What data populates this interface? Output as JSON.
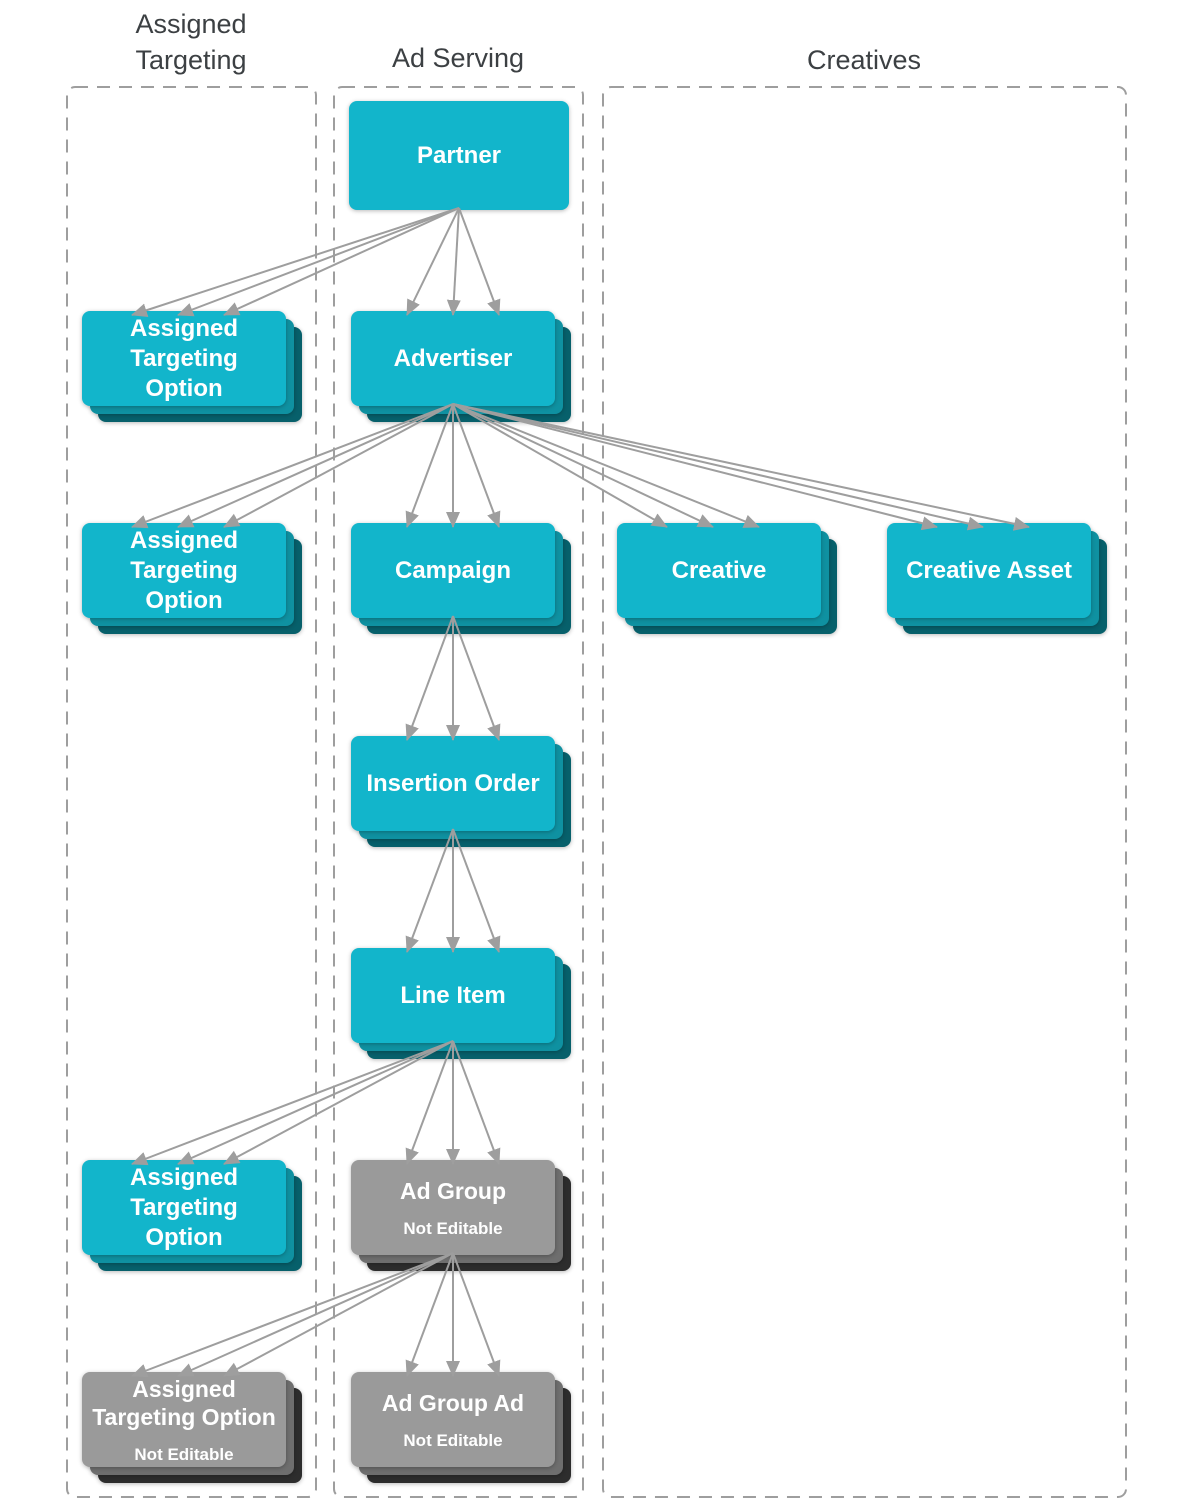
{
  "columns": [
    {
      "id": "assigned-targeting",
      "title": "Assigned\nTargeting"
    },
    {
      "id": "ad-serving",
      "title": "Ad Serving"
    },
    {
      "id": "creatives",
      "title": "Creatives"
    }
  ],
  "nodes": [
    {
      "id": "partner",
      "label": "Partner",
      "column": "ad-serving",
      "editable": true,
      "stacked": false
    },
    {
      "id": "assigned-targeting-option-1",
      "label": "Assigned Targeting Option",
      "column": "assigned-targeting",
      "editable": true,
      "stacked": true
    },
    {
      "id": "advertiser",
      "label": "Advertiser",
      "column": "ad-serving",
      "editable": true,
      "stacked": true
    },
    {
      "id": "assigned-targeting-option-2",
      "label": "Assigned Targeting Option",
      "column": "assigned-targeting",
      "editable": true,
      "stacked": true
    },
    {
      "id": "campaign",
      "label": "Campaign",
      "column": "ad-serving",
      "editable": true,
      "stacked": true
    },
    {
      "id": "creative",
      "label": "Creative",
      "column": "creatives",
      "editable": true,
      "stacked": true
    },
    {
      "id": "creative-asset",
      "label": "Creative Asset",
      "column": "creatives",
      "editable": true,
      "stacked": true
    },
    {
      "id": "insertion-order",
      "label": "Insertion Order",
      "column": "ad-serving",
      "editable": true,
      "stacked": true
    },
    {
      "id": "line-item",
      "label": "Line Item",
      "column": "ad-serving",
      "editable": true,
      "stacked": true
    },
    {
      "id": "assigned-targeting-option-3",
      "label": "Assigned Targeting Option",
      "column": "assigned-targeting",
      "editable": true,
      "stacked": true
    },
    {
      "id": "ad-group",
      "label": "Ad Group",
      "sublabel": "Not Editable",
      "column": "ad-serving",
      "editable": false,
      "stacked": true
    },
    {
      "id": "assigned-targeting-option-4",
      "label": "Assigned Targeting Option",
      "sublabel": "Not Editable",
      "column": "assigned-targeting",
      "editable": false,
      "stacked": true
    },
    {
      "id": "ad-group-ad",
      "label": "Ad Group Ad",
      "sublabel": "Not Editable",
      "column": "ad-serving",
      "editable": false,
      "stacked": true
    }
  ],
  "edges": [
    {
      "from": "partner",
      "to": "assigned-targeting-option-1"
    },
    {
      "from": "partner",
      "to": "advertiser"
    },
    {
      "from": "advertiser",
      "to": "assigned-targeting-option-2"
    },
    {
      "from": "advertiser",
      "to": "campaign"
    },
    {
      "from": "advertiser",
      "to": "creative"
    },
    {
      "from": "advertiser",
      "to": "creative-asset"
    },
    {
      "from": "campaign",
      "to": "insertion-order"
    },
    {
      "from": "insertion-order",
      "to": "line-item"
    },
    {
      "from": "line-item",
      "to": "assigned-targeting-option-3"
    },
    {
      "from": "line-item",
      "to": "ad-group"
    },
    {
      "from": "ad-group",
      "to": "assigned-targeting-option-4"
    },
    {
      "from": "ad-group",
      "to": "ad-group-ad"
    }
  ],
  "colors": {
    "node_editable": "#12b5cb",
    "node_editable_stack_mid": "#0f91a1",
    "node_editable_stack_dark": "#07606b",
    "node_not_editable": "#9a9a9a",
    "node_not_editable_stack_mid": "#6e6e6e",
    "node_not_editable_stack_dark": "#2d2d2d",
    "node_label_text": "#ffffff",
    "arrow": "#9e9e9e",
    "column_border": "#9e9e9e",
    "column_title_text": "#3c4043",
    "background": "#ffffff"
  }
}
